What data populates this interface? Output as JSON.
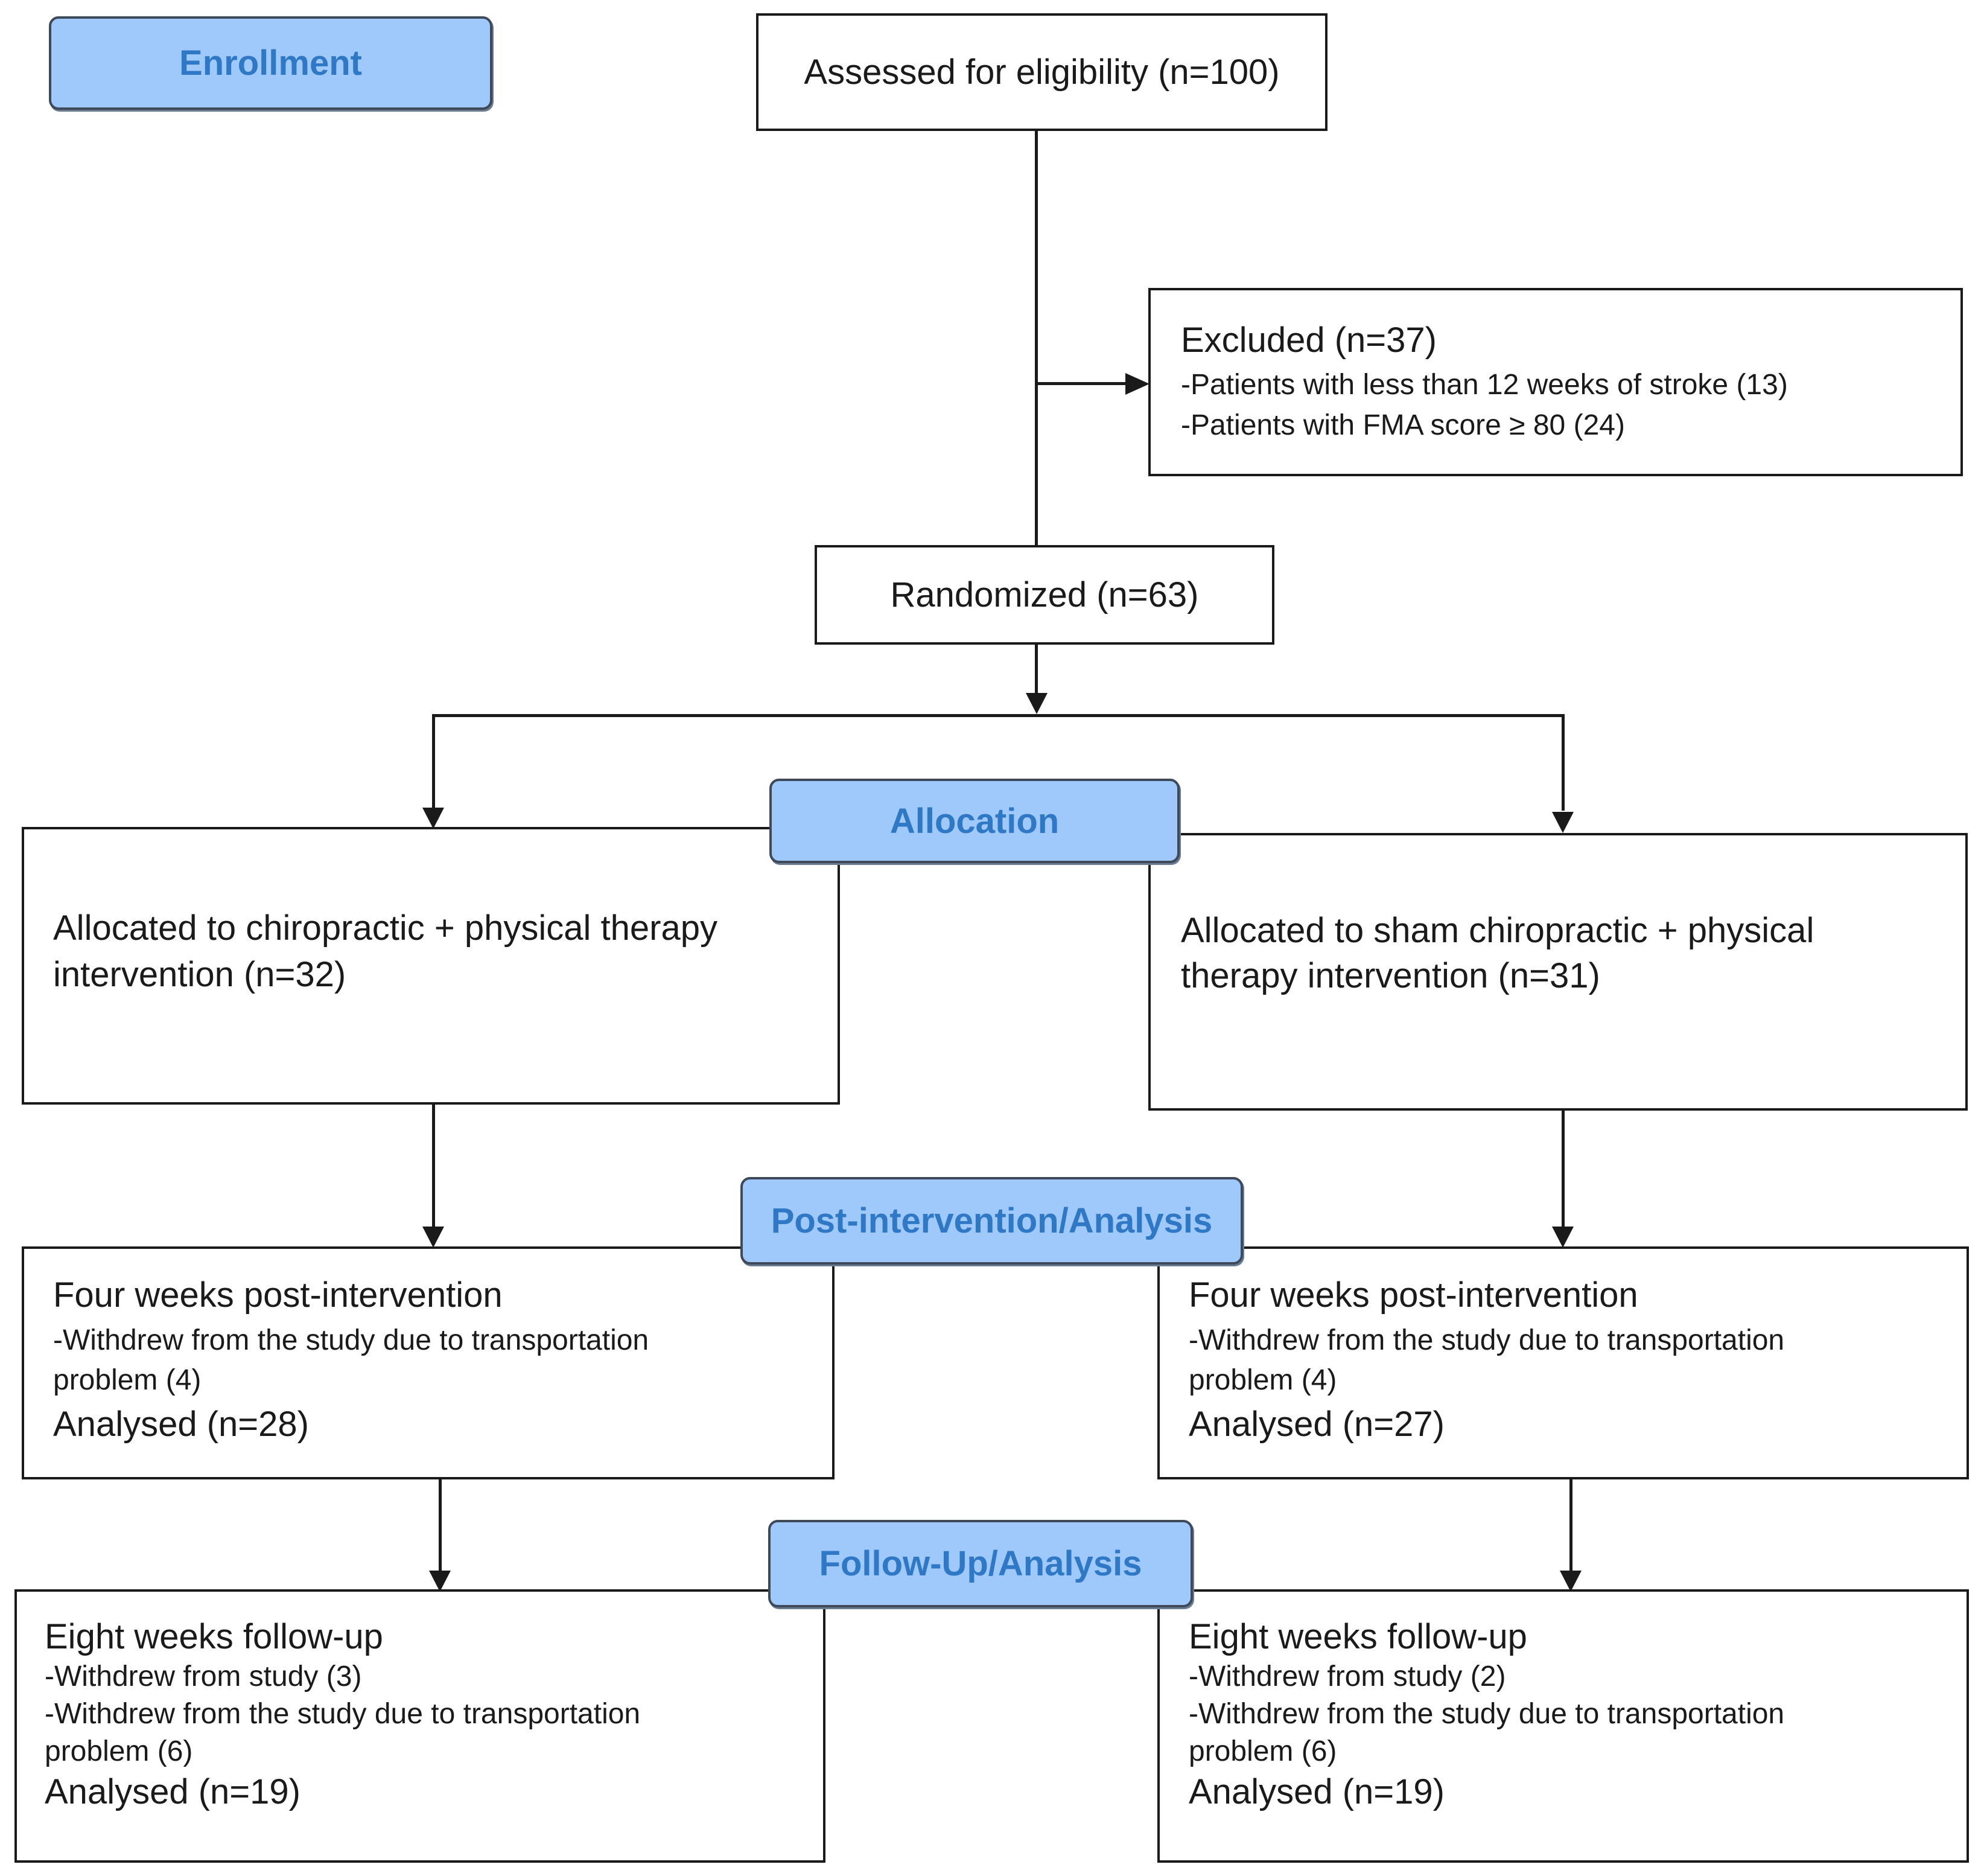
{
  "stages": {
    "enrollment": "Enrollment",
    "allocation": "Allocation",
    "post": "Post-intervention/Analysis",
    "followup": "Follow-Up/Analysis"
  },
  "assessed": "Assessed for eligibility (n=100)",
  "excluded": {
    "title": "Excluded (n=37)",
    "items": [
      "-Patients with less than 12 weeks of stroke (13)",
      "-Patients with FMA score ≥ 80 (24)"
    ]
  },
  "randomized": "Randomized (n=63)",
  "allocated": {
    "left": [
      "Allocated to chiropractic + physical therapy",
      "intervention (n=32)"
    ],
    "right": [
      "Allocated to sham chiropractic + physical",
      "therapy intervention (n=31)"
    ]
  },
  "post": {
    "left": {
      "title": "Four weeks post-intervention",
      "items": [
        "-Withdrew from the study due to transportation",
        "problem (4)"
      ],
      "analysed": "Analysed (n=28)"
    },
    "right": {
      "title": "Four weeks post-intervention",
      "items": [
        "-Withdrew from the study due to transportation",
        "problem (4)"
      ],
      "analysed": "Analysed (n=27)"
    }
  },
  "followup": {
    "left": {
      "title": "Eight weeks follow-up",
      "items": [
        "-Withdrew from study (3)",
        "-Withdrew from the study due to transportation",
        "problem (6)"
      ],
      "analysed": "Analysed (n=19)"
    },
    "right": {
      "title": "Eight weeks follow-up",
      "items": [
        "-Withdrew from study (2)",
        "-Withdrew from the study due to transportation",
        "problem (6)"
      ],
      "analysed": "Analysed (n=19)"
    }
  }
}
